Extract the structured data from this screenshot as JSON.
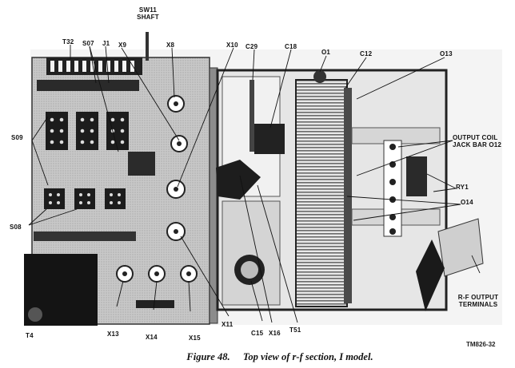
{
  "labels": {
    "sw11_shaft_line1": "SW11",
    "sw11_shaft_line2": "SHAFT",
    "t32": "T32",
    "s07": "S07",
    "j1": "J1",
    "x9": "X9",
    "x8": "X8",
    "x10": "X10",
    "c29": "C29",
    "c18": "C18",
    "o1": "O1",
    "c12": "C12",
    "o13": "O13",
    "s09": "S09",
    "output_coil_line1": "OUTPUT COIL",
    "output_coil_line2": "JACK BAR O12",
    "ry1": "RY1",
    "o14": "O14",
    "s08": "S08",
    "rf_output_line1": "R-F OUTPUT",
    "rf_output_line2": "TERMINALS",
    "t4": "T4",
    "x13": "X13",
    "x14": "X14",
    "x15": "X15",
    "x11": "X11",
    "c15": "C15",
    "x16": "X16",
    "t51": "T51"
  },
  "caption": {
    "number": "Figure 48.",
    "text": "Top view of r-f section, I model."
  },
  "reference_code": "TM826-32",
  "colors": {
    "ink": "#111111",
    "chassis": "#cfcfcf",
    "panel_dark": "#1a1a1a"
  }
}
